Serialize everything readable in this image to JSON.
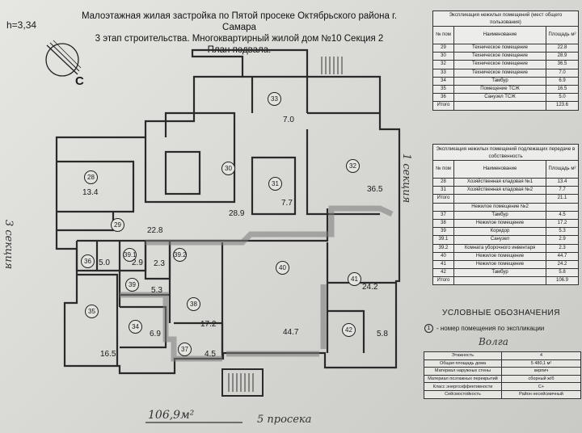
{
  "header": {
    "height": "h=3,34",
    "line1": "Малоэтажная жилая застройка по Пятой просеке Октябрьского района г. Самара",
    "line2": "3 этап строительства. Многоквартирный жилой дом №10 Секция 2",
    "line3": "План подвала."
  },
  "plan": {
    "compass": "С",
    "rooms": [
      {
        "num": "33"
      },
      {
        "num": "28"
      },
      {
        "num": "30"
      },
      {
        "num": "31"
      },
      {
        "num": "32"
      },
      {
        "num": "29"
      },
      {
        "num": "36"
      },
      {
        "num": "39.1"
      },
      {
        "num": "39.2"
      },
      {
        "num": "39"
      },
      {
        "num": "40"
      },
      {
        "num": "41"
      },
      {
        "num": "35"
      },
      {
        "num": "38"
      },
      {
        "num": "34"
      },
      {
        "num": "42"
      },
      {
        "num": "37"
      }
    ],
    "areas": [
      "7.0",
      "13.4",
      "7.7",
      "36.5",
      "28.9",
      "22.8",
      "5.0",
      "2.9",
      "2.3",
      "5.3",
      "24.2",
      "17.2",
      "6.9",
      "44.7",
      "5.8",
      "16.5",
      "4.5"
    ]
  },
  "notes": {
    "left": "3 секция",
    "right": "1 секция",
    "bottom_area": "106,9м²",
    "bottom_street": "5 просека",
    "signature": "Волга"
  },
  "table1": {
    "title": "Экспликация нежилых помещений (мест общего пользования)",
    "headers": [
      "№ пом",
      "Наименование",
      "Площадь м²"
    ],
    "rows": [
      [
        "29",
        "Техническое помещение",
        "22.8"
      ],
      [
        "30",
        "Техническое помещение",
        "28.9"
      ],
      [
        "32",
        "Техническое помещение",
        "36.5"
      ],
      [
        "33",
        "Техническое помещение",
        "7.0"
      ],
      [
        "34",
        "Тамбур",
        "6.9"
      ],
      [
        "35",
        "Помещение ТСЖ",
        "16.5"
      ],
      [
        "36",
        "Санузел ТСЖ",
        "5.0"
      ],
      [
        "Итого",
        "",
        "123.6"
      ]
    ]
  },
  "table2": {
    "title": "Экспликация нежилых помещений подлежащих передаче в собственность",
    "headers": [
      "№ пом",
      "Наименование",
      "Площадь м²"
    ],
    "rows": [
      [
        "28",
        "Хозяйственная кладовая №1",
        "13.4"
      ],
      [
        "31",
        "Хозяйственная кладовая №2",
        "7.7"
      ],
      [
        "Итого",
        "",
        "21.1"
      ],
      [
        "",
        "Нежилое помещение №2",
        ""
      ],
      [
        "37",
        "Тамбур",
        "4.5"
      ],
      [
        "38",
        "Нежилое помещение",
        "17.2"
      ],
      [
        "39",
        "Коридор",
        "5.3"
      ],
      [
        "39.1",
        "Санузел",
        "2.9"
      ],
      [
        "39.2",
        "Комната уборочного инвентаря",
        "2.3"
      ],
      [
        "40",
        "Нежилое помещение",
        "44.7"
      ],
      [
        "41",
        "Нежилое помещение",
        "24.2"
      ],
      [
        "42",
        "Тамбур",
        "5.8"
      ],
      [
        "Итого",
        "",
        "106.9"
      ]
    ]
  },
  "legend": {
    "title": "УСЛОВНЫЕ ОБОЗНАЧЕНИЯ",
    "bullet": "1",
    "item": "- номер помещения по экспликации"
  },
  "stamp": {
    "rows": [
      [
        "Этажность",
        "4"
      ],
      [
        "Общая площадь дома",
        "5 480,1 м²"
      ],
      [
        "Материал наружных стены",
        "кирпич"
      ],
      [
        "Материал поэтажных перекрытий",
        "сборный ж/б"
      ],
      [
        "Класс энергоэффективности",
        "С+"
      ],
      [
        "Сейсмостойкость",
        "Район несейсмичный"
      ]
    ]
  }
}
